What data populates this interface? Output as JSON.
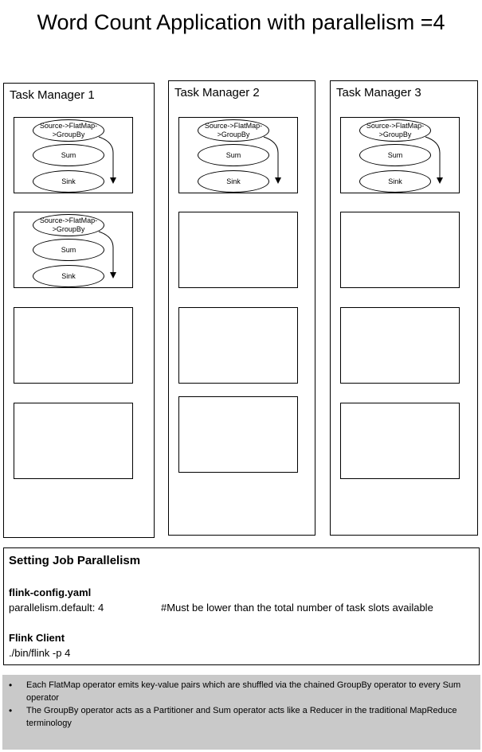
{
  "title": "Word Count Application with parallelism =4",
  "task_managers": [
    {
      "label": "Task Manager 1",
      "slots": [
        {
          "operators": [
            "Source->FlatMap->GroupBy",
            "Sum",
            "Sink"
          ]
        },
        {
          "operators": [
            "Source->FlatMap->GroupBy",
            "Sum",
            "Sink"
          ]
        },
        {
          "operators": []
        },
        {
          "operators": []
        }
      ]
    },
    {
      "label": "Task Manager 2",
      "slots": [
        {
          "operators": [
            "Source->FlatMap->GroupBy",
            "Sum",
            "Sink"
          ]
        },
        {
          "operators": []
        },
        {
          "operators": []
        },
        {
          "operators": []
        }
      ]
    },
    {
      "label": "Task Manager 3",
      "slots": [
        {
          "operators": [
            "Source->FlatMap->GroupBy",
            "Sum",
            "Sink"
          ]
        },
        {
          "operators": []
        },
        {
          "operators": []
        },
        {
          "operators": []
        }
      ]
    }
  ],
  "panel": {
    "heading": "Setting Job Parallelism",
    "config_title": "flink-config.yaml",
    "config_line": "parallelism.default: 4",
    "config_note": "#Must be lower than the total number of task slots available",
    "client_title": "Flink Client",
    "client_line": "./bin/flink -p 4"
  },
  "notes": [
    "Each FlatMap operator emits key-value pairs which are shuffled via the chained GroupBy operator to every Sum operator",
    "The GroupBy operator acts as a Partitioner and Sum operator acts like a Reducer in the traditional MapReduce terminology"
  ]
}
